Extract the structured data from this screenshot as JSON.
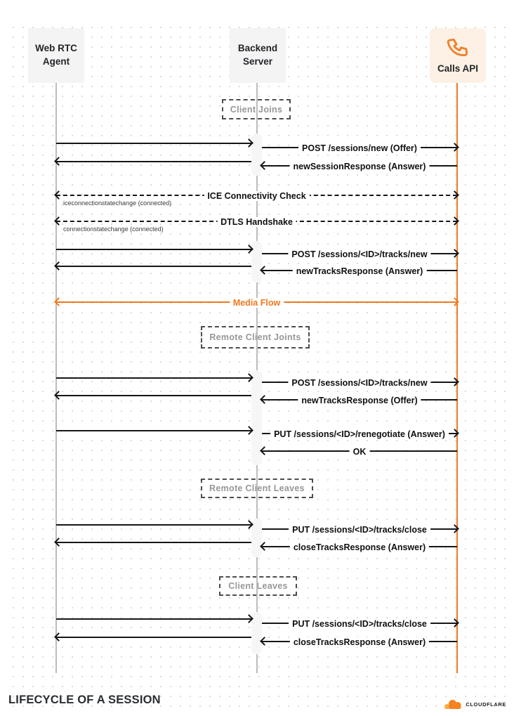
{
  "diagram": {
    "participants": [
      {
        "id": "webrtc-agent",
        "label": "Web RTC\nAgent"
      },
      {
        "id": "backend-server",
        "label": "Backend\nServer"
      },
      {
        "id": "calls-api",
        "label": "Calls API",
        "icon": "phone-icon"
      }
    ],
    "phases": [
      "Client Joins",
      "Remote Client Joints",
      "Remote Client Leaves",
      "Client Leaves"
    ],
    "messages": [
      {
        "from": "Web RTC Agent",
        "to": "Calls API",
        "via": "Backend Server",
        "style": "solid",
        "label": "POST /sessions/new (Offer)"
      },
      {
        "from": "Calls API",
        "to": "Web RTC Agent",
        "via": "Backend Server",
        "style": "solid",
        "label": "newSessionResponse (Answer)"
      },
      {
        "from": "Web RTC Agent",
        "to": "Calls API",
        "style": "dashed-bidirectional",
        "label": "ICE Connectivity Check",
        "sublabel": "iceconnectionstatechange (connected)"
      },
      {
        "from": "Web RTC Agent",
        "to": "Calls API",
        "style": "dashed-bidirectional",
        "label": "DTLS Handshake",
        "sublabel": "connectionstatechange (connected)"
      },
      {
        "from": "Web RTC Agent",
        "to": "Calls API",
        "via": "Backend Server",
        "style": "solid",
        "label": "POST /sessions/<ID>/tracks/new"
      },
      {
        "from": "Calls API",
        "to": "Web RTC Agent",
        "via": "Backend Server",
        "style": "solid",
        "label": "newTracksResponse (Answer)"
      },
      {
        "from": "Web RTC Agent",
        "to": "Calls API",
        "style": "orange-bidirectional",
        "label": "Media Flow"
      },
      {
        "from": "Web RTC Agent",
        "to": "Calls API",
        "via": "Backend Server",
        "style": "solid",
        "label": "POST /sessions/<ID>/tracks/new"
      },
      {
        "from": "Calls API",
        "to": "Web RTC Agent",
        "via": "Backend Server",
        "style": "solid",
        "label": "newTracksResponse (Offer)"
      },
      {
        "from": "Web RTC Agent",
        "to": "Calls API",
        "via": "Backend Server",
        "style": "solid",
        "label": "PUT /sessions/<ID>/renegotiate (Answer)"
      },
      {
        "from": "Calls API",
        "to": "Backend Server",
        "style": "solid",
        "label": "OK"
      },
      {
        "from": "Web RTC Agent",
        "to": "Calls API",
        "via": "Backend Server",
        "style": "solid",
        "label": "PUT /sessions/<ID>/tracks/close"
      },
      {
        "from": "Calls API",
        "to": "Web RTC Agent",
        "via": "Backend Server",
        "style": "solid",
        "label": "closeTracksResponse (Answer)"
      },
      {
        "from": "Web RTC Agent",
        "to": "Calls API",
        "via": "Backend Server",
        "style": "solid",
        "label": "PUT /sessions/<ID>/tracks/close"
      },
      {
        "from": "Calls API",
        "to": "Web RTC Agent",
        "via": "Backend Server",
        "style": "solid",
        "label": "closeTracksResponse (Answer)"
      }
    ]
  },
  "footer": {
    "title": "LIFECYCLE OF A SESSION",
    "brand": "CLOUDFLARE"
  },
  "colors": {
    "accent_orange": "#f0781f",
    "brand_orange": "#f6821f",
    "brand_orange_light": "#fbad41",
    "api_box_bg": "#fcf1e4",
    "actor_box_bg": "#f4f4f5",
    "lifeline_gray": "#bcbcbc",
    "arrow_black": "#161616",
    "phase_text_gray": "#979797"
  }
}
